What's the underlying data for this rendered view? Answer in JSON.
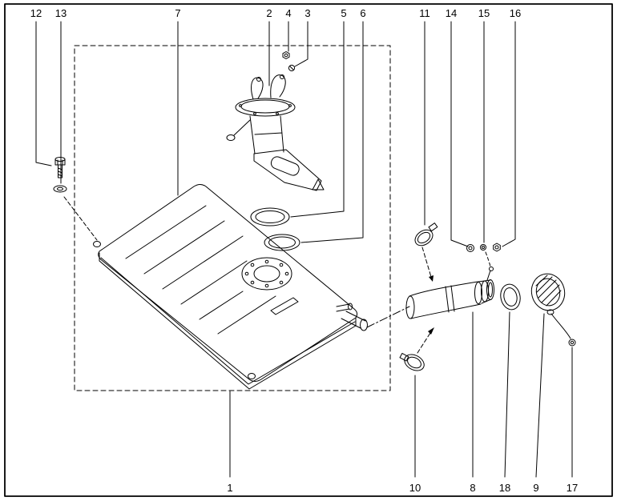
{
  "figure": {
    "kind": "exploded-parts-diagram",
    "callouts_top": [
      "12",
      "13",
      "7",
      "2",
      "4",
      "3",
      "5",
      "6",
      "11",
      "14",
      "15",
      "16"
    ],
    "callouts_bottom": [
      "1",
      "10",
      "8",
      "18",
      "9",
      "17"
    ],
    "colors": {
      "line": "#000000",
      "background": "#ffffff"
    }
  }
}
